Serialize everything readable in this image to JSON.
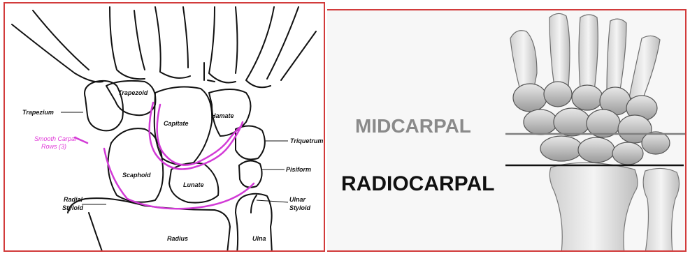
{
  "left_diagram": {
    "labels": {
      "trapezoid": "Trapezoid",
      "trapezium": "Trapezium",
      "capitate": "Capitate",
      "hamate": "Hamate",
      "smooth_carpal_rows": "Smooth Carpal",
      "smooth_carpal_rows_2": "Rows (3)",
      "triquetrum": "Triquetrum",
      "pisiform": "Pisiform",
      "scaphoid": "Scaphoid",
      "lunate": "Lunate",
      "radial_styloid": "Radial",
      "radial_styloid_2": "Styloid",
      "ulnar_styloid": "Ulnar",
      "ulnar_styloid_2": "Styloid",
      "radius": "Radius",
      "ulna": "Ulna"
    },
    "colors": {
      "outline": "#111111",
      "arc": "#d23ad6",
      "border": "#d23b3b"
    }
  },
  "right_image": {
    "midcarpal_label": "MIDCARPAL",
    "radiocarpal_label": "RADIOCARPAL",
    "colors": {
      "midcarpal_text": "#8a8a8a",
      "radiocarpal_text": "#111111",
      "mid_line": "#808080",
      "radio_line": "#111111"
    }
  }
}
